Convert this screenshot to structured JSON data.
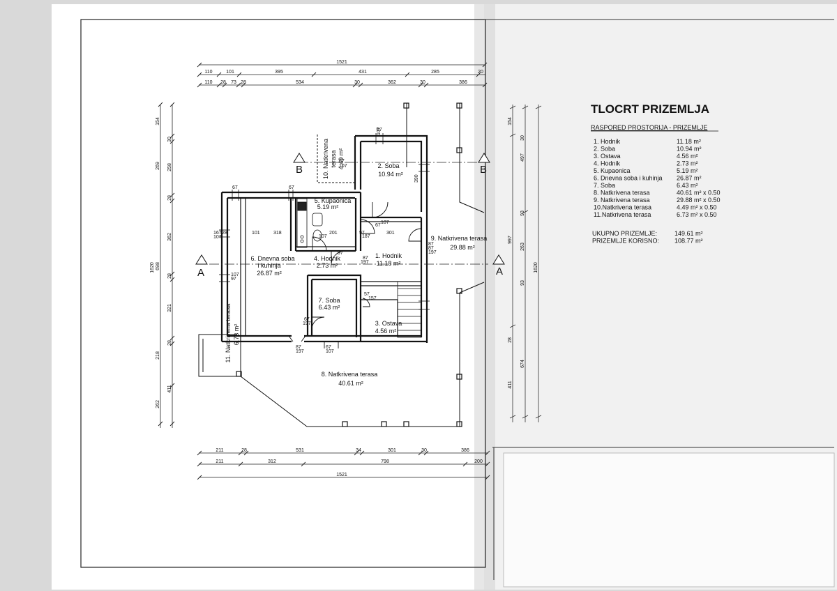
{
  "sheet": {
    "title": "TLOCRT PRIZEMLJA",
    "subtitle": "RASPORED PROSTORIJA - PRIZEMLJE"
  },
  "rooms": [
    {
      "label": "1. Hodnik",
      "area": "11.18 m²"
    },
    {
      "label": "2. Soba",
      "area": "10.94 m²"
    },
    {
      "label": "3. Ostava",
      "area": "4.56 m²"
    },
    {
      "label": "4. Hodnik",
      "area": "2.73 m²"
    },
    {
      "label": "5. Kupaonica",
      "area": "5.19 m²"
    },
    {
      "label": "6. Dnevna soba i kuhinja",
      "area": "26.87 m²"
    },
    {
      "label": "7. Soba",
      "area": "6.43 m²"
    },
    {
      "label": "8. Natkrivena terasa",
      "area": "40.61 m² x 0.50"
    },
    {
      "label": "9. Natkrivena terasa",
      "area": "29.88 m² x 0.50"
    },
    {
      "label": "10.Natkrivena terasa",
      "area": "4.49 m² x 0.50"
    },
    {
      "label": "11.Natkrivena terasa",
      "area": "6.73 m² x 0.50"
    }
  ],
  "totals": [
    {
      "label": "UKUPNO PRIZEMLJE:",
      "value": "149.61 m²"
    },
    {
      "label": "PRIZEMLJE KORISNO:",
      "value": "108.77 m²"
    }
  ],
  "plan": {
    "room1": {
      "name": "1. Hodnik",
      "area": "11.18 m²"
    },
    "room2": {
      "name": "2. Soba",
      "area": "10.94 m²"
    },
    "room3": {
      "name": "3. Ostava",
      "area": "4.56 m²"
    },
    "room4": {
      "name": "4. Hodnik",
      "area": "2.73 m²"
    },
    "room5": {
      "name": "5. Kupaonica",
      "area": "5.19 m²"
    },
    "room6": {
      "name_1": "6. Dnevna soba",
      "name_2": "i kuhinja",
      "area": "26.87 m²"
    },
    "room7": {
      "name": "7. Soba",
      "area": "6.43 m²"
    },
    "room8": {
      "name": "8. Natkrivena terasa",
      "area": "40.61 m²"
    },
    "room9": {
      "name": "9. Natkrivena terasa",
      "area": "29.88 m²"
    },
    "room10": {
      "name_1": "10. Natkrivena",
      "name_2": "terasa",
      "area": "4.49 m²"
    },
    "room11": {
      "name": "11. Natkrivena terasa",
      "area": "6.73 m²"
    },
    "section_a": "A",
    "section_b": "B"
  },
  "dimensions": {
    "top_total": "1521",
    "top_row1": [
      "110",
      "101",
      "395",
      "431",
      "285",
      "20"
    ],
    "top_row2": [
      "110",
      "28",
      "73",
      "28",
      "534",
      "30",
      "362",
      "30",
      "386"
    ],
    "bottom_row1": [
      "211",
      "28",
      "531",
      "34",
      "301",
      "30",
      "386"
    ],
    "bottom_row2": [
      "211",
      "312",
      "798",
      "200"
    ],
    "bottom_total": "1521",
    "left_outer": [
      "154",
      "30",
      "269",
      "258",
      "28",
      "362",
      "1620",
      "698",
      "28",
      "321",
      "218",
      "28",
      "411",
      "262"
    ],
    "right_outer": [
      "154",
      "30",
      "497",
      "93",
      "997",
      "263",
      "93",
      "1620",
      "28",
      "674",
      "411"
    ],
    "interior": [
      "67",
      "107",
      "390",
      "107",
      "67",
      "101",
      "318",
      "167",
      "28",
      "201",
      "97",
      "107",
      "67",
      "97",
      "107",
      "301",
      "187",
      "67",
      "107",
      "87",
      "197",
      "57",
      "157",
      "87",
      "197",
      "67",
      "197",
      "87",
      "197",
      "67",
      "107",
      "97",
      "107",
      "67",
      "87"
    ]
  }
}
